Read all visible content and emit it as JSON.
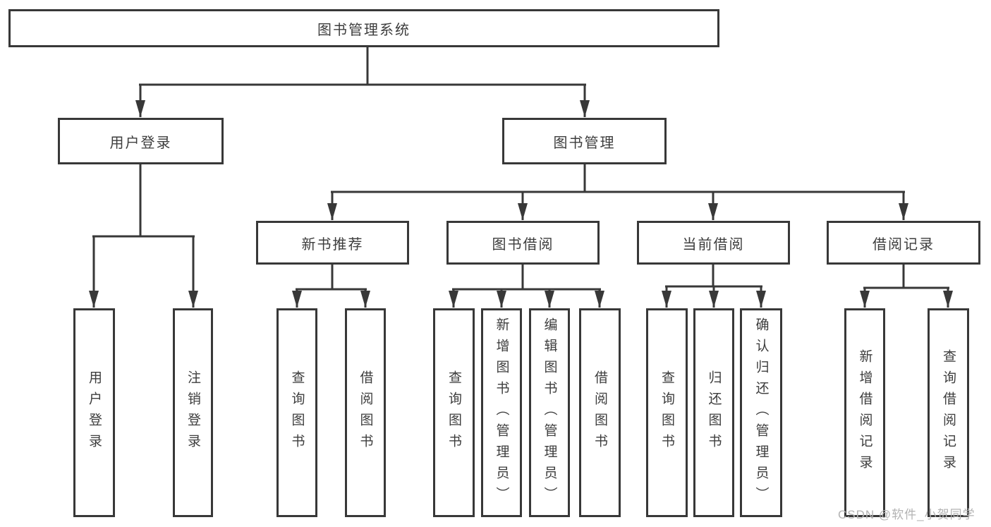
{
  "diagram_type": "tree",
  "nodes": {
    "root": "图书管理系统",
    "user_login": "用户登录",
    "book_management": "图书管理",
    "new_book_recommend": "新书推荐",
    "book_borrow": "图书借阅",
    "current_borrow": "当前借阅",
    "borrow_records": "借阅记录",
    "leaf_user_login": "用户登录",
    "leaf_logout": "注销登录",
    "leaf_nb_query_books": "查询图书",
    "leaf_nb_borrow_books": "借阅图书",
    "leaf_bb_query_books": "查询图书",
    "leaf_bb_add_books": "新增图书（管理员）",
    "leaf_bb_edit_books": "编辑图书（管理员）",
    "leaf_bb_borrow_books": "借阅图书",
    "leaf_cb_query_books": "查询图书",
    "leaf_cb_return_books": "归还图书",
    "leaf_cb_confirm_return": "确认归还（管理员）",
    "leaf_br_add_record": "新增借阅记录",
    "leaf_br_query_record": "查询借阅记录"
  },
  "edges": [
    [
      "root",
      "user_login"
    ],
    [
      "root",
      "book_management"
    ],
    [
      "user_login",
      "leaf_user_login"
    ],
    [
      "user_login",
      "leaf_logout"
    ],
    [
      "book_management",
      "new_book_recommend"
    ],
    [
      "book_management",
      "book_borrow"
    ],
    [
      "book_management",
      "current_borrow"
    ],
    [
      "book_management",
      "borrow_records"
    ],
    [
      "new_book_recommend",
      "leaf_nb_query_books"
    ],
    [
      "new_book_recommend",
      "leaf_nb_borrow_books"
    ],
    [
      "book_borrow",
      "leaf_bb_query_books"
    ],
    [
      "book_borrow",
      "leaf_bb_add_books"
    ],
    [
      "book_borrow",
      "leaf_bb_edit_books"
    ],
    [
      "book_borrow",
      "leaf_bb_borrow_books"
    ],
    [
      "current_borrow",
      "leaf_cb_query_books"
    ],
    [
      "current_borrow",
      "leaf_cb_return_books"
    ],
    [
      "current_borrow",
      "leaf_cb_confirm_return"
    ],
    [
      "borrow_records",
      "leaf_br_add_record"
    ],
    [
      "borrow_records",
      "leaf_br_query_record"
    ]
  ],
  "watermark": "CSDN @软件_小贺同学",
  "colors": {
    "line": "#383838",
    "text": "#3d3d3d",
    "watermark": "#b3b3b3",
    "background": "#ffffff"
  }
}
